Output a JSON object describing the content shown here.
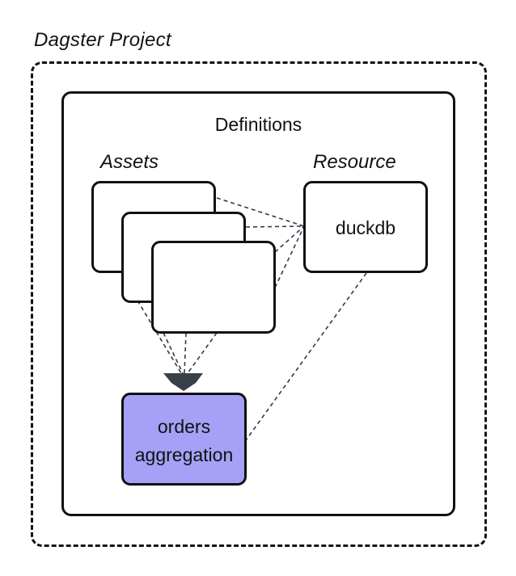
{
  "project": {
    "title": "Dagster Project"
  },
  "definitions": {
    "title": "Definitions"
  },
  "assets": {
    "label": "Assets",
    "stack_count": 3
  },
  "resource": {
    "label": "Resource",
    "name": "duckdb"
  },
  "target": {
    "line1": "orders",
    "line2": "aggregation",
    "color": "#a6a1f6"
  },
  "colors": {
    "ink": "#111111",
    "edge": "#333a44"
  },
  "edges": [
    {
      "from": "asset-card-1",
      "to": "duckdb-resource"
    },
    {
      "from": "asset-card-2",
      "to": "duckdb-resource"
    },
    {
      "from": "asset-card-3",
      "to": "duckdb-resource"
    },
    {
      "from": "asset-card-2",
      "to": "orders-aggregation"
    },
    {
      "from": "asset-card-3",
      "to": "orders-aggregation"
    },
    {
      "from": "duckdb-resource",
      "to": "orders-aggregation"
    }
  ]
}
